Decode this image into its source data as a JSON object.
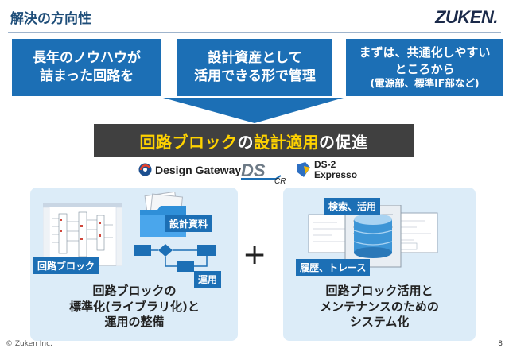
{
  "header": {
    "title": "解決の方向性",
    "logo_text": "ZUKEN."
  },
  "top_boxes": [
    {
      "line1": "長年のノウハウが",
      "line2": "詰まった回路を"
    },
    {
      "line1": "設計資産として",
      "line2": "活用できる形で管理"
    },
    {
      "line1": "まずは、共通化しやすい",
      "line2": "ところから",
      "line3": "(電源部、標準IF部など)"
    }
  ],
  "banner": {
    "part1": "回路ブロック",
    "part2": "の",
    "part3": "設計適用",
    "part4": "の促進"
  },
  "brands": {
    "dg": "Design Gateway",
    "ds_logo": "DS",
    "ds_sub": "CR",
    "ds2_line1": "DS-2",
    "ds2_line2": "Expresso"
  },
  "left_panel": {
    "label_docs": "設計資料",
    "label_block": "回路ブロック",
    "label_ops": "運用",
    "caption_line1": "回路ブロックの",
    "caption_line2": "標準化(ライブラリ化)と",
    "caption_line3": "運用の整備"
  },
  "plus_sign": "+",
  "right_panel": {
    "label_search": "検索、活用",
    "label_history": "履歴、トレース",
    "caption_line1": "回路ブロック活用と",
    "caption_line2": "メンテナンスのための",
    "caption_line3": "システム化"
  },
  "footer": {
    "copyright": "© Zuken Inc.",
    "page": "8"
  },
  "colors": {
    "primary_blue": "#1c6fb5",
    "banner_dark": "#404040",
    "highlight_yellow": "#ffd200",
    "panel_bg": "#dcecf8"
  }
}
